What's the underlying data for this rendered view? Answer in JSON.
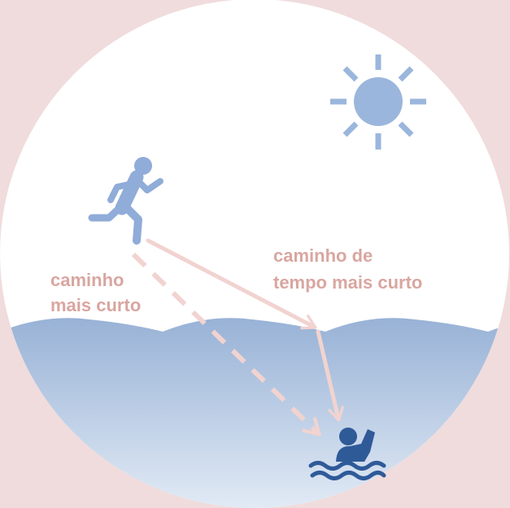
{
  "labels": {
    "shortest_path": [
      "caminho",
      "mais curto"
    ],
    "shortest_time_path": [
      "caminho de",
      "tempo mais curto"
    ]
  },
  "icons": {
    "sun": "sun-icon",
    "runner": "running-person-icon",
    "swimmer": "drowning-swimmer-icon"
  },
  "colors": {
    "background": "#f0dcdc",
    "sky": "#ffffff",
    "water_top": "#98b2d6",
    "water_bottom": "#e1eaf5",
    "sun": "#9bb6dc",
    "runner": "#90acd8",
    "swimmer": "#2f5a98",
    "path": "#f1d3d0",
    "label": "#d9a6a0"
  }
}
